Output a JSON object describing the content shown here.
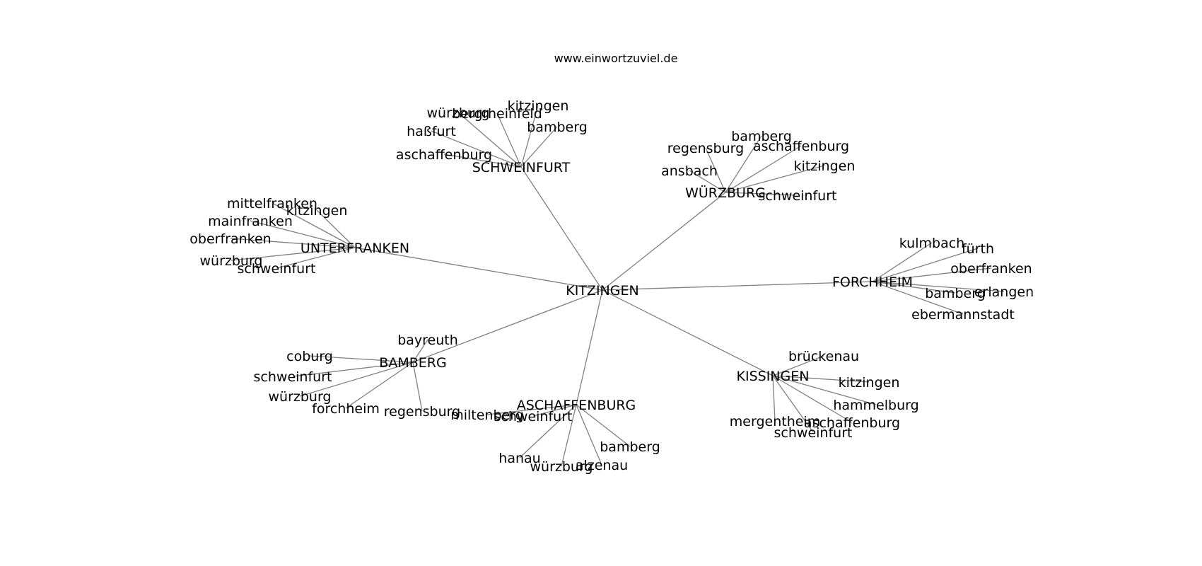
{
  "site": "www.einwortzuviel.de",
  "colors": {
    "edge": "#808080",
    "text": "#000000",
    "background": "#ffffff"
  },
  "graph": {
    "center": "KITZINGEN",
    "hubs": [
      {
        "label": "SCHWEINFURT",
        "children": [
          "würzburg",
          "bergrheinfeld",
          "kitzingen",
          "haßfurt",
          "bamberg",
          "aschaffenburg"
        ]
      },
      {
        "label": "WÜRZBURG",
        "children": [
          "regensburg",
          "bamberg",
          "aschaffenburg",
          "ansbach",
          "kitzingen",
          "schweinfurt"
        ]
      },
      {
        "label": "UNTERFRANKEN",
        "children": [
          "mittelfranken",
          "kitzingen",
          "mainfranken",
          "oberfranken",
          "würzburg",
          "schweinfurt"
        ]
      },
      {
        "label": "FORCHHEIM",
        "children": [
          "kulmbach",
          "fürth",
          "oberfranken",
          "bamberg",
          "erlangen",
          "ebermannstadt"
        ]
      },
      {
        "label": "BAMBERG",
        "children": [
          "bayreuth",
          "coburg",
          "schweinfurt",
          "würzburg",
          "forchheim",
          "regensburg"
        ]
      },
      {
        "label": "ASCHAFFENBURG",
        "children": [
          "miltenberg",
          "schweinfurt",
          "bamberg",
          "hanau",
          "würzburg",
          "alzenau"
        ]
      },
      {
        "label": "KISSINGEN",
        "children": [
          "brückenau",
          "kitzingen",
          "hammelburg",
          "mergentheim",
          "aschaffenburg",
          "schweinfurt"
        ]
      }
    ]
  }
}
